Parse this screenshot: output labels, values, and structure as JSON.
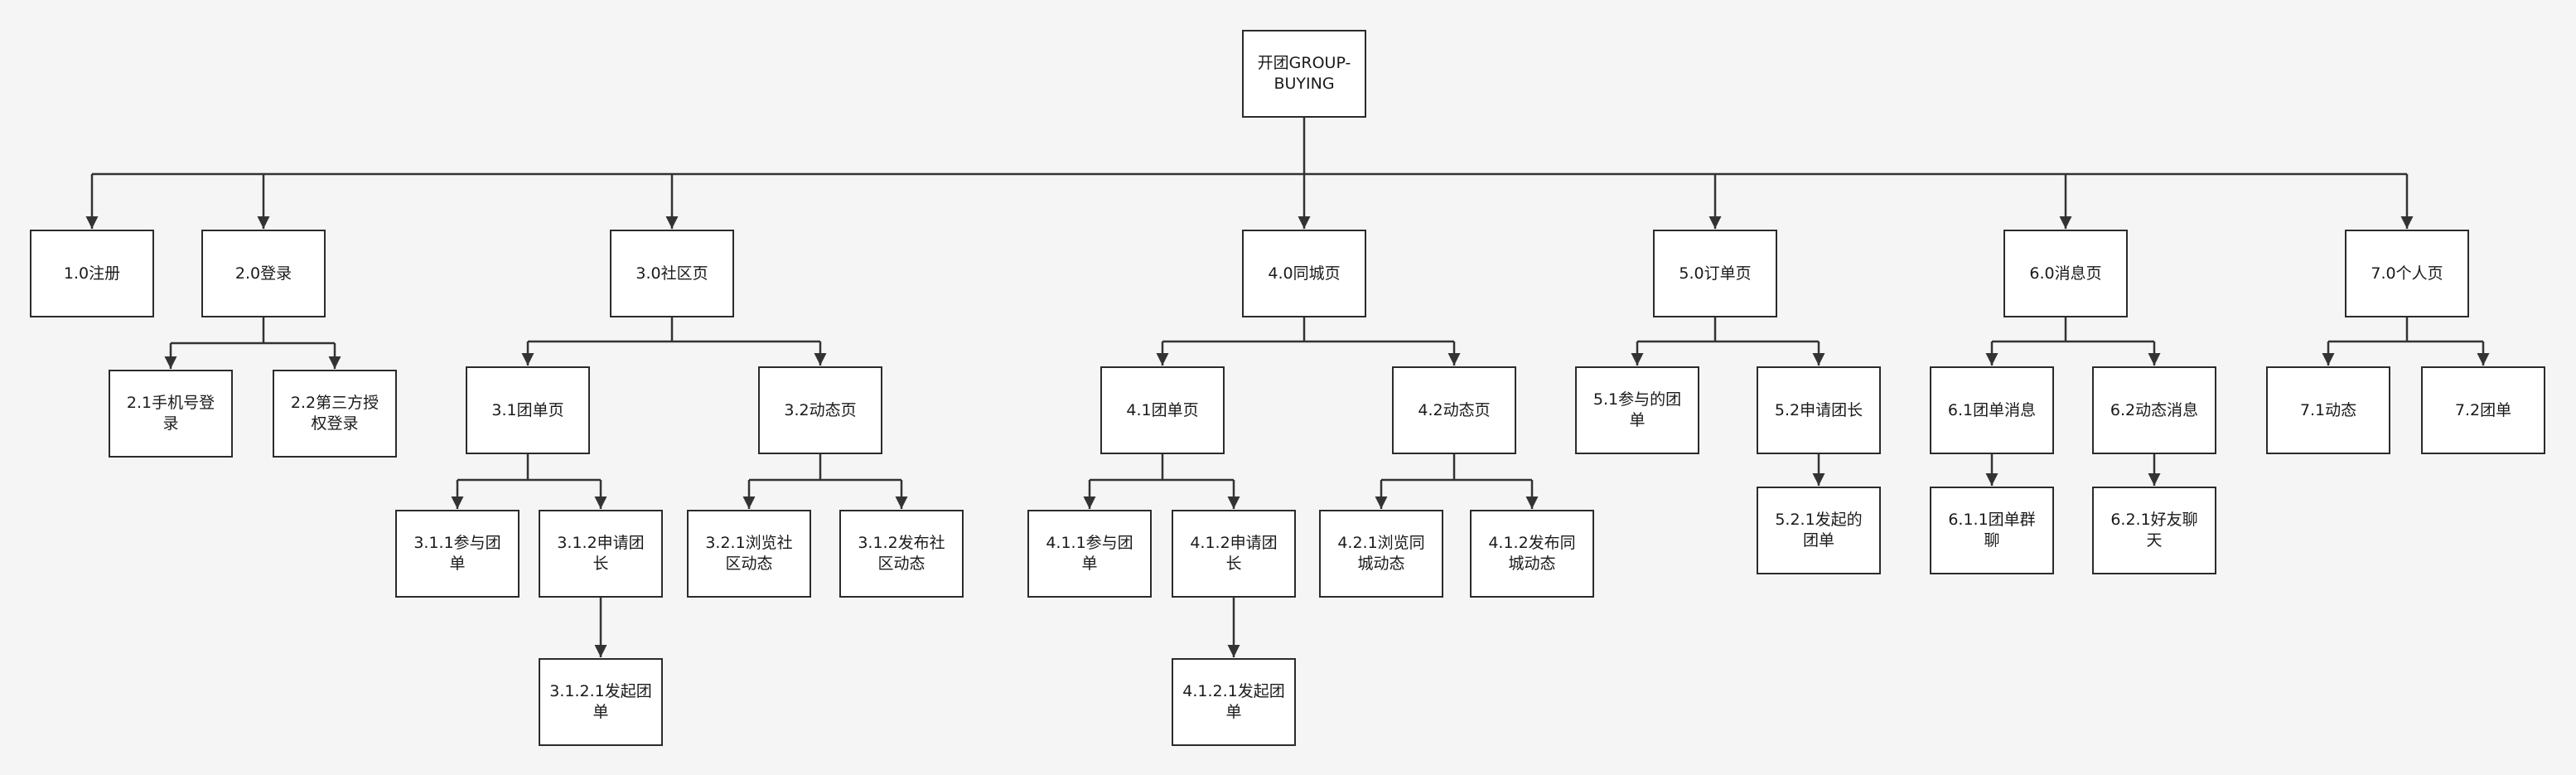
{
  "colors": {
    "line": "#333333",
    "box_border": "#2b2b2b",
    "box_fill": "#ffffff",
    "background": "#f5f5f5",
    "text": "#1a1a1a"
  },
  "root": {
    "id": "root",
    "label": "开团GROUP-BUYING"
  },
  "nodes": [
    {
      "id": "n1",
      "label": "1.0注册",
      "parent": "root"
    },
    {
      "id": "n2",
      "label": "2.0登录",
      "parent": "root"
    },
    {
      "id": "n21",
      "label": "2.1手机号登录",
      "parent": "n2"
    },
    {
      "id": "n22",
      "label": "2.2第三方授权登录",
      "parent": "n2"
    },
    {
      "id": "n3",
      "label": "3.0社区页",
      "parent": "root"
    },
    {
      "id": "n31",
      "label": "3.1团单页",
      "parent": "n3"
    },
    {
      "id": "n311",
      "label": "3.1.1参与团单",
      "parent": "n31"
    },
    {
      "id": "n312",
      "label": "3.1.2申请团长",
      "parent": "n31"
    },
    {
      "id": "n3121",
      "label": "3.1.2.1发起团单",
      "parent": "n312"
    },
    {
      "id": "n32",
      "label": "3.2动态页",
      "parent": "n3"
    },
    {
      "id": "n321",
      "label": "3.2.1浏览社区动态",
      "parent": "n32"
    },
    {
      "id": "n322",
      "label": "3.1.2发布社区动态",
      "parent": "n32"
    },
    {
      "id": "n4",
      "label": "4.0同城页",
      "parent": "root"
    },
    {
      "id": "n41",
      "label": "4.1团单页",
      "parent": "n4"
    },
    {
      "id": "n411",
      "label": "4.1.1参与团单",
      "parent": "n41"
    },
    {
      "id": "n412",
      "label": "4.1.2申请团长",
      "parent": "n41"
    },
    {
      "id": "n4121",
      "label": "4.1.2.1发起团单",
      "parent": "n412"
    },
    {
      "id": "n42",
      "label": "4.2动态页",
      "parent": "n4"
    },
    {
      "id": "n421",
      "label": "4.2.1浏览同城动态",
      "parent": "n42"
    },
    {
      "id": "n422",
      "label": "4.1.2发布同城动态",
      "parent": "n42"
    },
    {
      "id": "n5",
      "label": "5.0订单页",
      "parent": "root"
    },
    {
      "id": "n51",
      "label": "5.1参与的团单",
      "parent": "n5"
    },
    {
      "id": "n52",
      "label": "5.2申请团长",
      "parent": "n5"
    },
    {
      "id": "n521",
      "label": "5.2.1发起的团单",
      "parent": "n52"
    },
    {
      "id": "n6",
      "label": "6.0消息页",
      "parent": "root"
    },
    {
      "id": "n61",
      "label": "6.1团单消息",
      "parent": "n6"
    },
    {
      "id": "n611",
      "label": "6.1.1团单群聊",
      "parent": "n61"
    },
    {
      "id": "n62",
      "label": "6.2动态消息",
      "parent": "n6"
    },
    {
      "id": "n621",
      "label": "6.2.1好友聊天",
      "parent": "n62"
    },
    {
      "id": "n7",
      "label": "7.0个人页",
      "parent": "root"
    },
    {
      "id": "n71",
      "label": "7.1动态",
      "parent": "n7"
    },
    {
      "id": "n72",
      "label": "7.2团单",
      "parent": "n7"
    }
  ]
}
